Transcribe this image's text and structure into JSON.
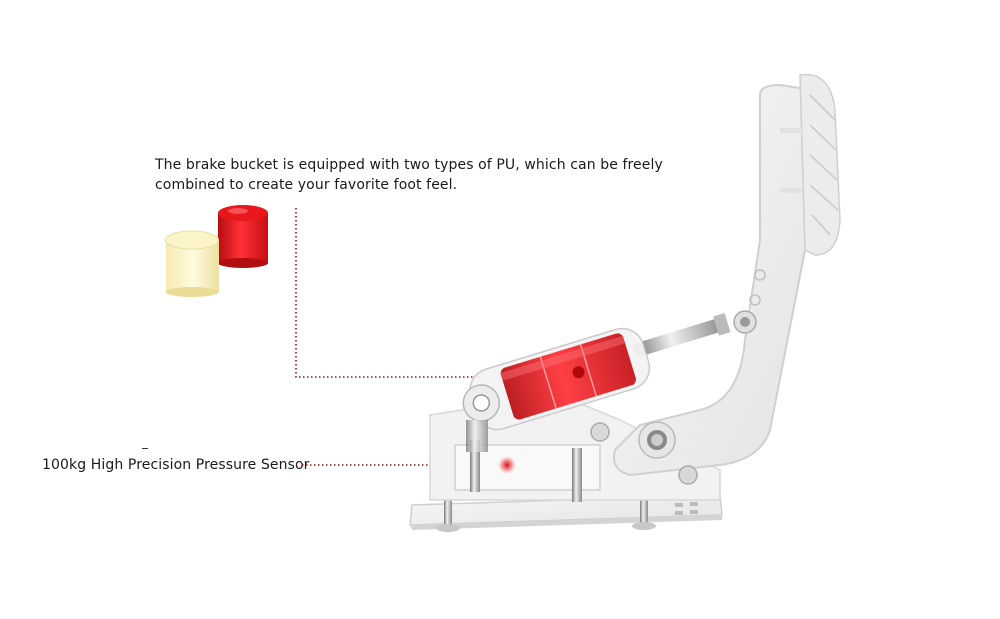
{
  "callouts": {
    "pu_description": "The brake bucket is equipped with two types of PU, which can be freely combined to create your favorite foot feel.",
    "sensor_label": "100kg High Precision Pressure Sensor"
  },
  "colors": {
    "leader_line": "#8b1a1a",
    "pu_red": "#e0141a",
    "pu_yellow": "#f2e8a0",
    "frame_gray": "#d9d9d9"
  },
  "icons": [
    "red-pu-cylinder-icon",
    "yellow-pu-cylinder-icon",
    "brake-pedal-illustration",
    "pressure-sensor-dot-icon"
  ]
}
